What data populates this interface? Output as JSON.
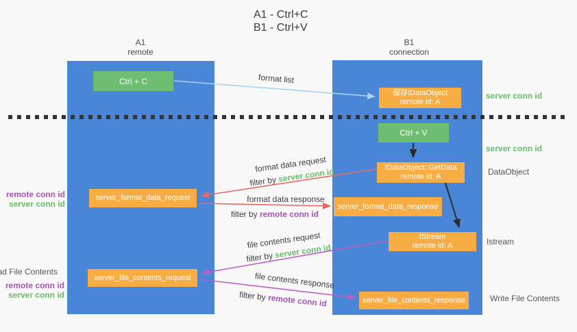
{
  "title": {
    "line1": "A1 - Ctrl+C",
    "line2": "B1 - Ctrl+V"
  },
  "lifelines": {
    "a1": {
      "name": "A1",
      "role": "remote"
    },
    "b1": {
      "name": "B1",
      "role": "connection"
    }
  },
  "nodes": {
    "ctrl_c": {
      "label": "Ctrl + C"
    },
    "ctrl_v": {
      "label": "Ctrl + V"
    },
    "save_idataobject": {
      "line1": "保存IDataObject",
      "line2": "remote id: A"
    },
    "getdata": {
      "line1": "IDataObject::GetData",
      "line2": "remote id: A"
    },
    "istream": {
      "line1": "IStream",
      "line2": "remote id: A"
    },
    "format_request": {
      "label": "server_format_data_request"
    },
    "format_response": {
      "label": "server_format_data_response"
    },
    "file_request": {
      "label": "server_file_contents_request"
    },
    "file_response": {
      "label": "server_file_contents_response"
    }
  },
  "annotations": {
    "format_list": "format list",
    "format_data_request": "format data request",
    "format_data_response": "format data response",
    "file_contents_request": "file contents request",
    "file_contents_response": "file contents response",
    "filter_by": "filter by ",
    "server_conn_id": "server conn id",
    "remote_conn_id": "remote conn id"
  },
  "side_labels": {
    "read_file_contents": "Read File Contents",
    "write_file_contents": "Write File Contents",
    "dataobject": "DataObject",
    "istream": "Istream",
    "server_conn_id": "server conn id",
    "remote_conn_id": "remote conn id"
  },
  "colors": {
    "lifeline_blue": "#4a86d8",
    "node_green": "#6dbe71",
    "node_orange": "#f8ad44",
    "arrow_lightblue": "#a8d3f0",
    "arrow_red": "#e8695f",
    "arrow_purple": "#bb5fc4",
    "arrow_black": "#2b2b2b",
    "label_green": "#67bd66",
    "label_purple": "#a653b5"
  }
}
